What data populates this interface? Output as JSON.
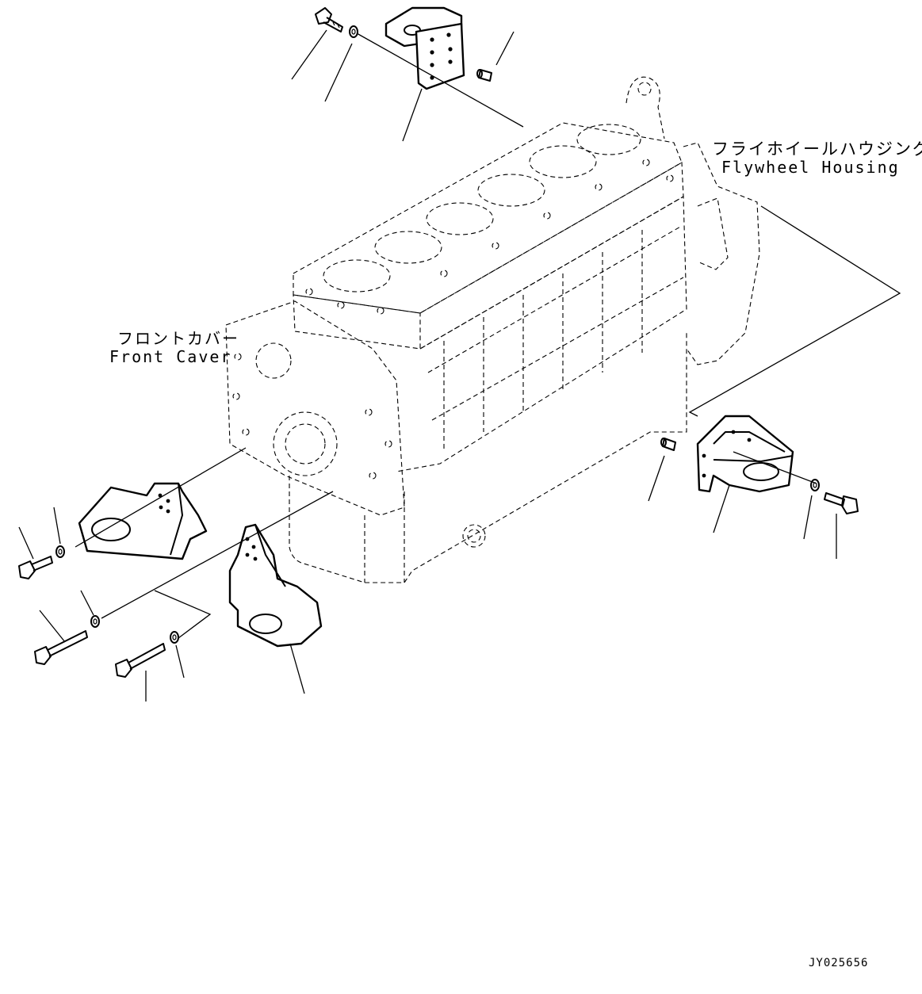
{
  "labels": {
    "flywheel_housing_jp": "フライホイールハウジング",
    "flywheel_housing_en": "Flywheel Housing",
    "front_cover_jp": "フロントカバー",
    "front_cover_en": "Front Caver"
  },
  "drawing_code": "JY025656",
  "icons": [
    "engine-block",
    "rear-top-bracket",
    "rear-side-bracket",
    "front-bracket-left",
    "front-bracket-right",
    "bolt",
    "washer",
    "dowel-pin"
  ]
}
